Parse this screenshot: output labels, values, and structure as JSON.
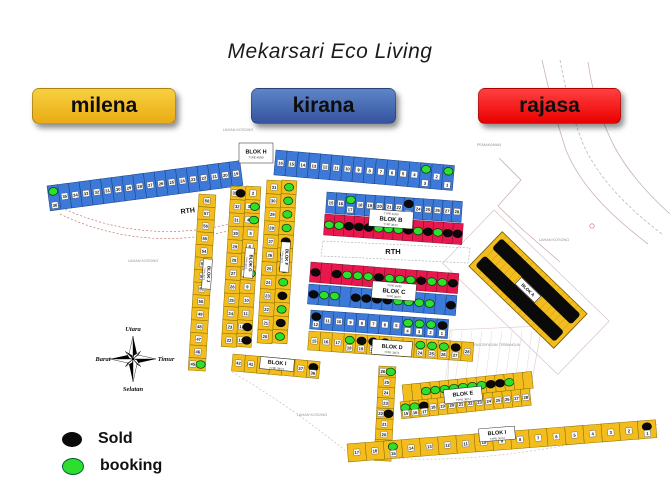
{
  "title": "Mekarsari Eco Living",
  "products": [
    {
      "id": "milena",
      "label": "milena",
      "color": "#EFB81C"
    },
    {
      "id": "kirana",
      "label": "kirana",
      "color": "#3E63AE"
    },
    {
      "id": "rajasa",
      "label": "rajasa",
      "color": "#F60000"
    }
  ],
  "legend": {
    "sold_label": "Sold",
    "booking_label": "booking",
    "sold_color": "#0A0A0A",
    "booking_color": "#2EDD2E"
  },
  "compass": {
    "north": "Utara",
    "south": "Selatan",
    "east": "Timur",
    "west": "Barat"
  },
  "map": {
    "colors": {
      "yellow": "#F2BD1D",
      "blue": "#3C79D9",
      "red": "#E8174E",
      "sold": "#0A0A0A",
      "booking": "#2EE02E"
    },
    "strips": [
      {
        "id": "h1",
        "block": "BLOK H",
        "color": "blue",
        "lots": [
          [
            36,
            "b"
          ],
          [
            35,
            ""
          ],
          [
            34,
            ""
          ],
          [
            33,
            ""
          ],
          [
            32,
            ""
          ],
          [
            31,
            ""
          ],
          [
            30,
            ""
          ],
          [
            29,
            ""
          ],
          [
            28,
            ""
          ],
          [
            27,
            ""
          ],
          [
            26,
            ""
          ],
          [
            25,
            ""
          ],
          [
            24,
            ""
          ],
          [
            23,
            ""
          ],
          [
            22,
            ""
          ],
          [
            21,
            ""
          ],
          [
            20,
            ""
          ],
          [
            19,
            ""
          ]
        ]
      },
      {
        "id": "h2",
        "block": "BLOK H",
        "color": "blue",
        "lots": [
          [
            16,
            ""
          ],
          [
            15,
            ""
          ],
          [
            14,
            ""
          ],
          [
            13,
            ""
          ],
          [
            12,
            ""
          ],
          [
            11,
            ""
          ],
          [
            10,
            ""
          ],
          [
            9,
            ""
          ],
          [
            8,
            ""
          ],
          [
            7,
            ""
          ],
          [
            6,
            ""
          ],
          [
            5,
            ""
          ],
          [
            4,
            ""
          ],
          [
            3,
            "b"
          ],
          [
            2,
            ""
          ],
          [
            1,
            "b"
          ]
        ]
      },
      {
        "id": "j",
        "block": "BLOK J",
        "color": "yellow",
        "lots": [
          [
            58,
            ""
          ],
          [
            57,
            ""
          ],
          [
            56,
            ""
          ],
          [
            55,
            ""
          ],
          [
            54,
            ""
          ],
          [
            53,
            ""
          ],
          [
            52,
            ""
          ],
          [
            51,
            ""
          ],
          [
            50,
            ""
          ],
          [
            49,
            ""
          ],
          [
            48,
            ""
          ],
          [
            47,
            ""
          ],
          [
            46,
            ""
          ],
          [
            45,
            "b"
          ]
        ]
      },
      {
        "id": "g_left",
        "block": "BLOK G",
        "color": "yellow",
        "lots": [
          [
            33,
            "s"
          ],
          [
            32,
            ""
          ],
          [
            31,
            ""
          ],
          [
            30,
            ""
          ],
          [
            29,
            ""
          ],
          [
            28,
            ""
          ],
          [
            27,
            ""
          ],
          [
            26,
            ""
          ],
          [
            25,
            ""
          ],
          [
            24,
            ""
          ],
          [
            23,
            ""
          ],
          [
            22,
            ""
          ]
        ]
      },
      {
        "id": "g_right",
        "block": "BLOK G",
        "color": "yellow",
        "lots": [
          [
            2,
            ""
          ],
          [
            3,
            "b"
          ],
          [
            4,
            "b"
          ],
          [
            5,
            ""
          ],
          [
            6,
            ""
          ],
          [
            7,
            ""
          ],
          [
            8,
            "b"
          ],
          [
            9,
            ""
          ],
          [
            10,
            ""
          ],
          [
            11,
            ""
          ],
          [
            12,
            "s"
          ],
          [
            13,
            "s"
          ]
        ]
      },
      {
        "id": "f_left",
        "block": "BLOK F",
        "color": "yellow",
        "lots": [
          [
            31,
            ""
          ],
          [
            30,
            ""
          ],
          [
            29,
            ""
          ],
          [
            28,
            ""
          ],
          [
            27,
            ""
          ],
          [
            26,
            ""
          ],
          [
            25,
            ""
          ],
          [
            24,
            ""
          ],
          [
            23,
            ""
          ],
          [
            22,
            ""
          ],
          [
            21,
            ""
          ],
          [
            20,
            ""
          ]
        ]
      },
      {
        "id": "f_right",
        "block": "BLOK F",
        "color": "yellow",
        "lots": [
          [
            null,
            "b"
          ],
          [
            null,
            "b"
          ],
          [
            null,
            "b"
          ],
          [
            null,
            "b"
          ],
          [
            null,
            "s"
          ],
          [
            null,
            "b"
          ],
          [
            null,
            "b"
          ],
          [
            null,
            "b"
          ],
          [
            null,
            "s"
          ],
          [
            null,
            "b"
          ],
          [
            null,
            "s"
          ],
          [
            null,
            "b"
          ]
        ]
      },
      {
        "id": "b_blue",
        "block": "BLOK B",
        "color": "blue",
        "lots": [
          [
            15,
            ""
          ],
          [
            16,
            ""
          ],
          [
            17,
            "b"
          ],
          [
            18,
            ""
          ],
          [
            19,
            ""
          ],
          [
            20,
            ""
          ],
          [
            21,
            ""
          ],
          [
            22,
            ""
          ],
          [
            23,
            "s"
          ],
          [
            24,
            ""
          ],
          [
            25,
            ""
          ],
          [
            26,
            ""
          ],
          [
            27,
            ""
          ],
          [
            28,
            ""
          ]
        ]
      },
      {
        "id": "b_red",
        "block": "BLOK B",
        "color": "red",
        "lots": [
          [
            null,
            "b"
          ],
          [
            null,
            "b"
          ],
          [
            null,
            "s"
          ],
          [
            null,
            "s"
          ],
          [
            null,
            "s"
          ],
          [
            null,
            "b"
          ],
          [
            null,
            "b"
          ],
          [
            null,
            "b"
          ],
          [
            null,
            "s"
          ],
          [
            null,
            "b"
          ],
          [
            null,
            "s"
          ],
          [
            null,
            "b"
          ],
          [
            null,
            "s"
          ],
          [
            null,
            "s"
          ]
        ]
      },
      {
        "id": "c_red",
        "block": "BLOK C",
        "color": "red",
        "lots": [
          [
            null,
            "s"
          ],
          [
            null,
            ""
          ],
          [
            null,
            "s"
          ],
          [
            null,
            "b"
          ],
          [
            null,
            "b"
          ],
          [
            null,
            "b"
          ],
          [
            null,
            "s"
          ],
          [
            null,
            "b"
          ],
          [
            null,
            "b"
          ],
          [
            null,
            "b"
          ],
          [
            null,
            "s"
          ],
          [
            null,
            "b"
          ],
          [
            null,
            "b"
          ],
          [
            null,
            "s"
          ]
        ]
      },
      {
        "id": "c_blue",
        "block": "BLOK C",
        "color": "blue",
        "lots": [
          [
            null,
            "s"
          ],
          [
            null,
            "b"
          ],
          [
            null,
            "b"
          ],
          [
            null,
            ""
          ],
          [
            null,
            "s"
          ],
          [
            null,
            "s"
          ],
          [
            null,
            "s"
          ],
          [
            null,
            "s"
          ],
          [
            null,
            "b"
          ],
          [
            null,
            "b"
          ],
          [
            null,
            "b"
          ],
          [
            null,
            "b"
          ],
          [
            null,
            ""
          ],
          [
            null,
            "s"
          ]
        ]
      },
      {
        "id": "d_blue",
        "block": "BLOK D",
        "color": "blue",
        "lots": [
          [
            12,
            "s"
          ],
          [
            11,
            ""
          ],
          [
            10,
            ""
          ],
          [
            9,
            ""
          ],
          [
            8,
            ""
          ],
          [
            7,
            ""
          ],
          [
            6,
            ""
          ],
          [
            5,
            ""
          ],
          [
            4,
            "b"
          ],
          [
            3,
            "b"
          ],
          [
            2,
            "b"
          ],
          [
            1,
            "s"
          ]
        ]
      },
      {
        "id": "d_yellow",
        "block": "BLOK D",
        "color": "yellow",
        "lots": [
          [
            15,
            ""
          ],
          [
            16,
            ""
          ],
          [
            17,
            ""
          ],
          [
            18,
            "b"
          ],
          [
            19,
            "s"
          ],
          [
            20,
            "s"
          ],
          [
            21,
            "s"
          ],
          [
            22,
            ""
          ],
          [
            23,
            ""
          ],
          [
            24,
            "b"
          ],
          [
            25,
            "b"
          ],
          [
            26,
            "b"
          ],
          [
            27,
            "s"
          ],
          [
            28,
            ""
          ]
        ]
      },
      {
        "id": "e_side",
        "block": "BLOK E",
        "color": "yellow",
        "lots": [
          [
            26,
            "b"
          ],
          [
            25,
            ""
          ],
          [
            24,
            ""
          ],
          [
            23,
            ""
          ],
          [
            22,
            "s"
          ],
          [
            21,
            ""
          ],
          [
            20,
            ""
          ],
          [
            19,
            "b"
          ],
          [
            18,
            ""
          ]
        ]
      },
      {
        "id": "e_top",
        "block": "BLOK E",
        "color": "yellow",
        "lots": [
          [
            null,
            ""
          ],
          [
            null,
            ""
          ],
          [
            null,
            "b"
          ],
          [
            null,
            "b"
          ],
          [
            null,
            "b"
          ],
          [
            null,
            "b"
          ],
          [
            null,
            "b"
          ],
          [
            null,
            "b"
          ],
          [
            null,
            "b"
          ],
          [
            null,
            "s"
          ],
          [
            null,
            "s"
          ],
          [
            null,
            "b"
          ],
          [
            null,
            ""
          ],
          [
            null,
            ""
          ]
        ]
      },
      {
        "id": "e_bottom",
        "block": "BLOK E",
        "color": "yellow",
        "lots": [
          [
            15,
            "b"
          ],
          [
            16,
            "b"
          ],
          [
            17,
            "s"
          ],
          [
            18,
            ""
          ],
          [
            19,
            ""
          ],
          [
            20,
            ""
          ],
          [
            21,
            ""
          ],
          [
            22,
            ""
          ],
          [
            23,
            ""
          ],
          [
            24,
            ""
          ],
          [
            25,
            ""
          ],
          [
            26,
            ""
          ],
          [
            27,
            ""
          ],
          [
            28,
            ""
          ]
        ]
      },
      {
        "id": "i1",
        "block": "BLOK I",
        "color": "yellow",
        "lots": [
          [
            42,
            ""
          ],
          [
            41,
            ""
          ],
          [
            40,
            ""
          ],
          [
            39,
            ""
          ],
          [
            38,
            ""
          ],
          [
            37,
            ""
          ],
          [
            36,
            "s"
          ]
        ]
      },
      {
        "id": "i2",
        "block": "BLOK I",
        "color": "yellow",
        "lots": [
          [
            17,
            ""
          ],
          [
            16,
            ""
          ],
          [
            15,
            "b"
          ],
          [
            14,
            ""
          ],
          [
            13,
            ""
          ],
          [
            12,
            ""
          ],
          [
            11,
            ""
          ],
          [
            10,
            ""
          ],
          [
            9,
            ""
          ],
          [
            8,
            ""
          ],
          [
            7,
            ""
          ],
          [
            6,
            ""
          ],
          [
            5,
            ""
          ],
          [
            4,
            ""
          ],
          [
            3,
            ""
          ],
          [
            2,
            ""
          ],
          [
            1,
            "s"
          ]
        ]
      }
    ],
    "block_labels": [
      {
        "id": "lbl_h",
        "title": "BLOK H",
        "subtitle": "TYPE 45/90"
      },
      {
        "id": "lbl_b",
        "title": "BLOK B",
        "subtitle": "TYPE 45/90",
        "subtitle2": "TYPE 36/72"
      },
      {
        "id": "lbl_c",
        "title": "BLOK C",
        "subtitle": "TYPE 45/90",
        "subtitle2": "TYPE 36/72"
      },
      {
        "id": "lbl_d",
        "title": "BLOK D",
        "subtitle": "TYPE 36/72"
      },
      {
        "id": "lbl_e",
        "title": "BLOK E",
        "subtitle": "TYPE 36/72"
      },
      {
        "id": "lbl_i1",
        "title": "BLOK I",
        "subtitle": "TYPE 36/72"
      },
      {
        "id": "lbl_i2",
        "title": "BLOK I",
        "subtitle": "TYPE 36/72"
      },
      {
        "id": "lbl_j",
        "title": "BLOK J",
        "subtitle": "TYPE 36/72"
      },
      {
        "id": "lbl_g",
        "title": "BLOK G",
        "subtitle": "TYPE 36/72"
      },
      {
        "id": "lbl_f",
        "title": "BLOK F",
        "subtitle": "TYPE 36/72"
      },
      {
        "id": "lbl_a",
        "title": "BLOK A"
      }
    ],
    "area_labels": [
      {
        "id": "rth1",
        "text": "RTH"
      },
      {
        "id": "rth2",
        "text": "RTH"
      },
      {
        "id": "lk1",
        "text": "LAHAN KOSONG"
      },
      {
        "id": "lk2",
        "text": "LAHAN KOSONG"
      },
      {
        "id": "lk3",
        "text": "LAHAN KOSONG"
      },
      {
        "id": "lk4",
        "text": "LAHAN KOSONG"
      },
      {
        "id": "pmk",
        "text": "PEMAKAMAN"
      },
      {
        "id": "fasos",
        "text": "FASOS/FASUM TERBANGUN"
      }
    ]
  }
}
